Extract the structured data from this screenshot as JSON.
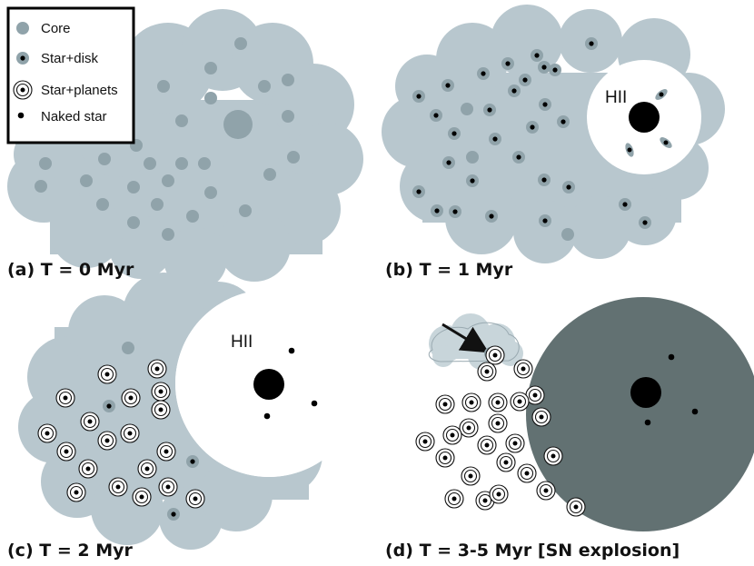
{
  "colors": {
    "cloud": "#b8c7ce",
    "core": "#90a3aa",
    "star": "#000000",
    "white": "#ffffff",
    "sn_bubble": "#627172",
    "cloud_small": "#c8d5da"
  },
  "legend": {
    "core_label": "Core",
    "star_disk_label": "Star+disk",
    "star_planets_label": "Star+planets",
    "naked_star_label": "Naked star"
  },
  "panels": {
    "a": {
      "label": "(a) T = 0 Myr"
    },
    "b": {
      "label": "(b) T = 1 Myr",
      "region_label": "HII"
    },
    "c": {
      "label": "(c) T = 2 Myr",
      "region_label": "HII"
    },
    "d": {
      "label": "(d) T = 3-5 Myr [SN explosion]"
    }
  },
  "icons": [
    "core-icon",
    "star-disk-icon",
    "star-planets-icon",
    "naked-star-icon",
    "arrow-icon"
  ]
}
